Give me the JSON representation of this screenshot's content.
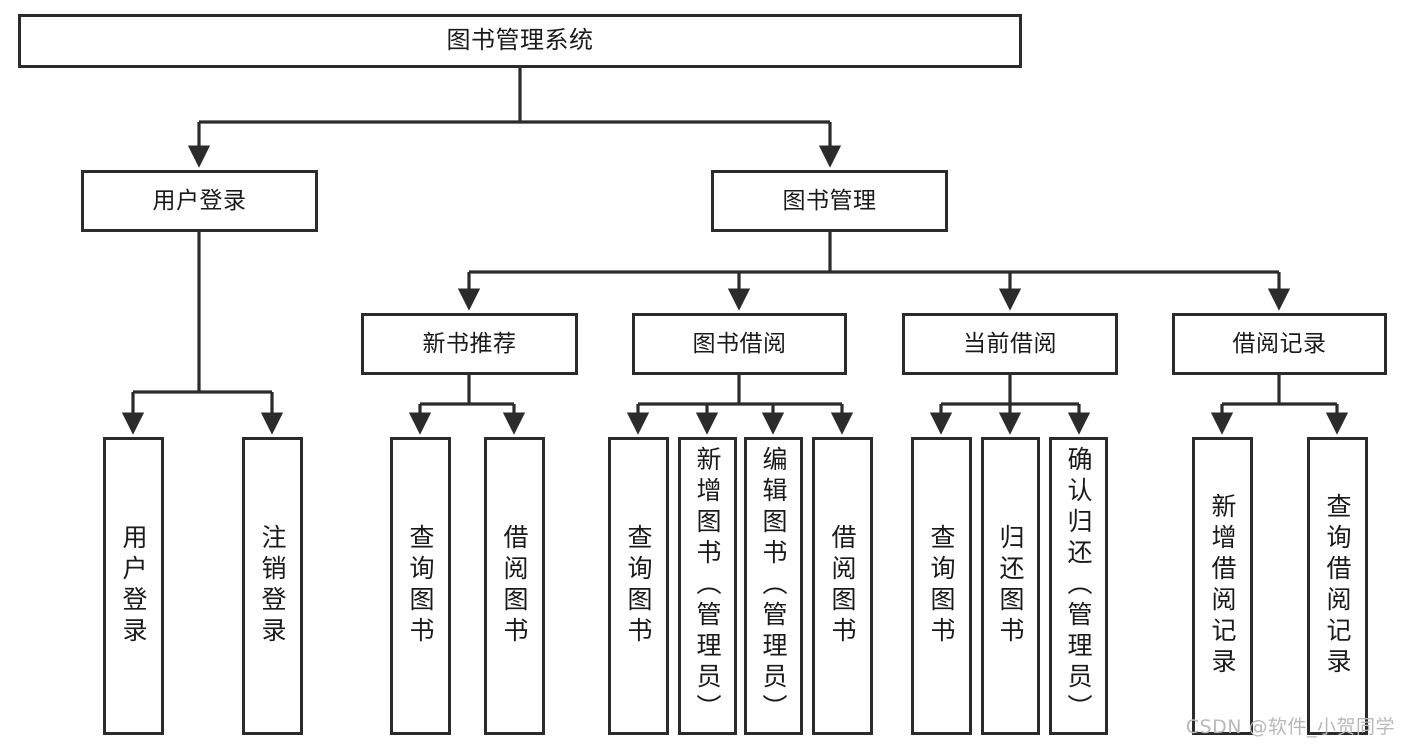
{
  "diagram": {
    "title": "图书管理系统",
    "type": "tree-hierarchy-diagram",
    "root": {
      "label": "图书管理系统"
    },
    "level2": [
      {
        "label": "用户登录"
      },
      {
        "label": "图书管理"
      }
    ],
    "level3": [
      {
        "label": "新书推荐"
      },
      {
        "label": "图书借阅"
      },
      {
        "label": "当前借阅"
      },
      {
        "label": "借阅记录"
      }
    ],
    "leaves": {
      "user_login": [
        {
          "label": "用户登录"
        },
        {
          "label": "注销登录"
        }
      ],
      "new_book_recommend": [
        {
          "label": "查询图书"
        },
        {
          "label": "借阅图书"
        }
      ],
      "book_borrow": [
        {
          "label": "查询图书"
        },
        {
          "label": "新增图书（管理员）"
        },
        {
          "label": "编辑图书（管理员）"
        },
        {
          "label": "借阅图书"
        }
      ],
      "current_borrow": [
        {
          "label": "查询图书"
        },
        {
          "label": "归还图书"
        },
        {
          "label": "确认归还（管理员）"
        }
      ],
      "borrow_record": [
        {
          "label": "新增借阅记录"
        },
        {
          "label": "查询借阅记录"
        }
      ]
    }
  },
  "watermark": {
    "text": "CSDN @软件_小贺同学"
  },
  "colors": {
    "stroke": "#2b2b2b",
    "background": "#ffffff",
    "text": "#1a1a1a",
    "watermark": "#b9b9b9"
  }
}
